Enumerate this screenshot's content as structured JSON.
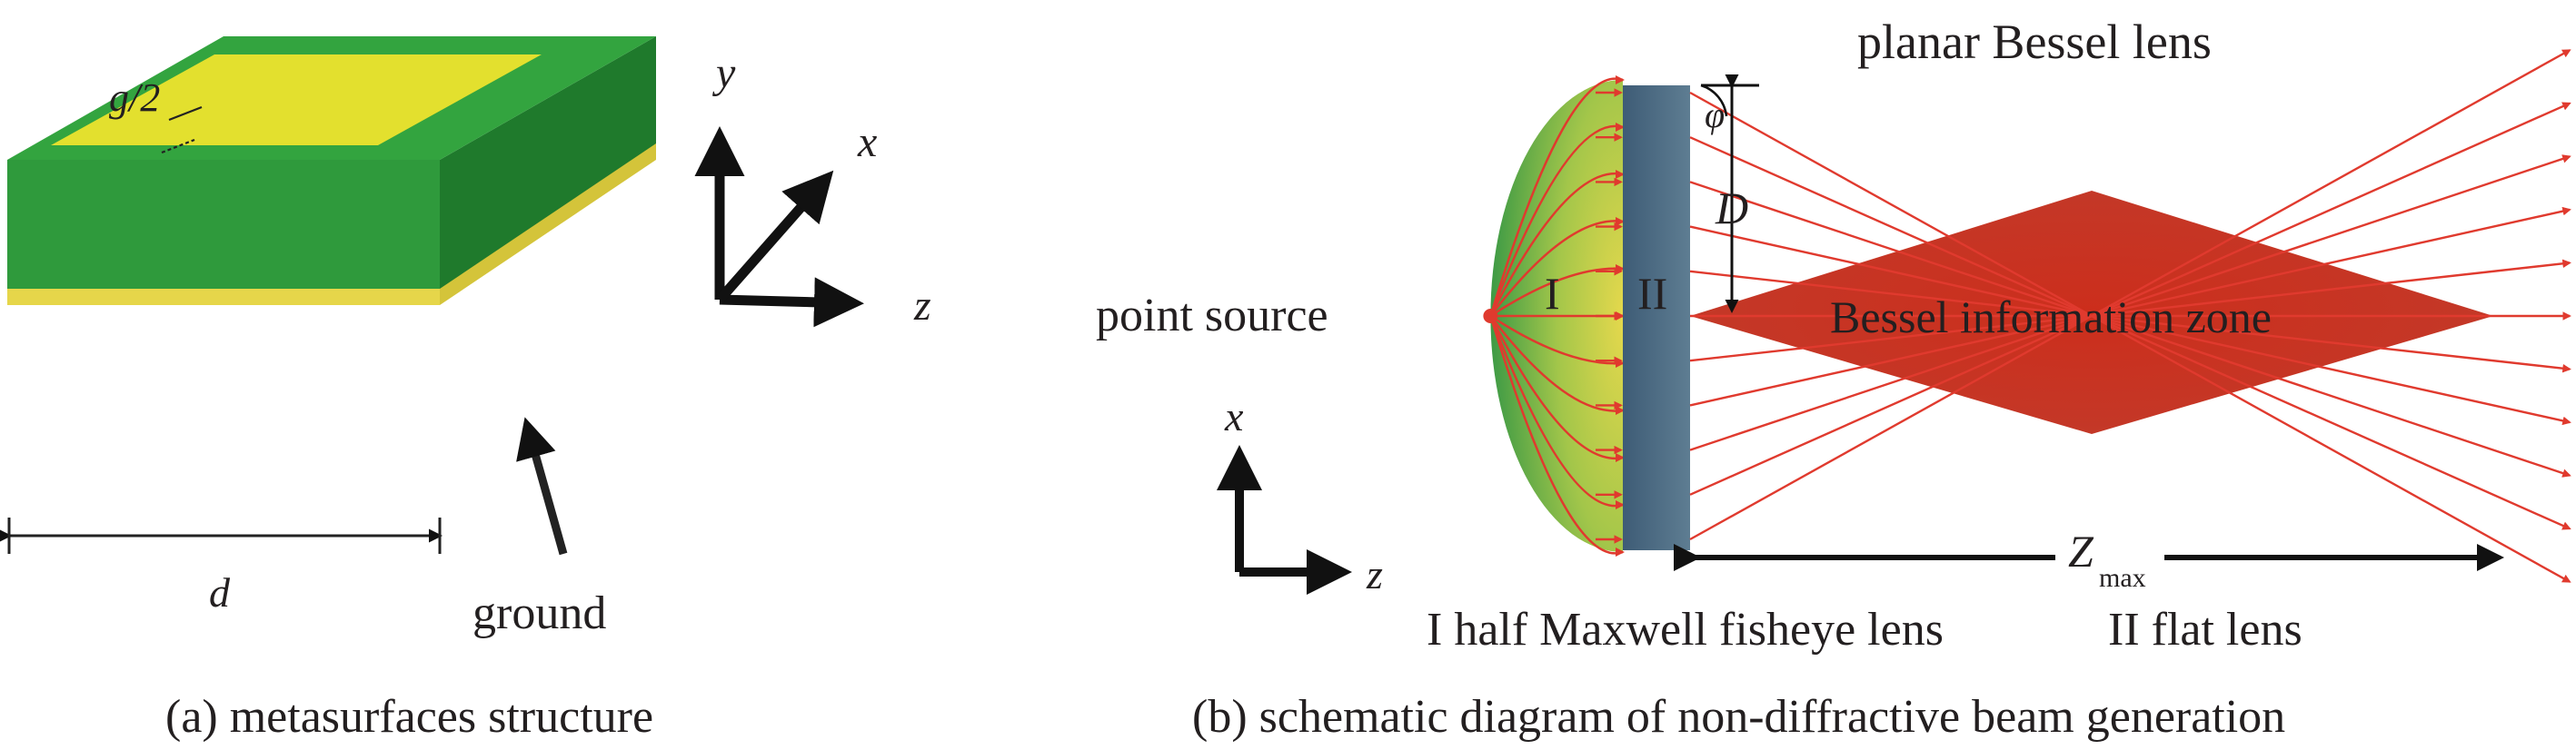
{
  "panel_a": {
    "caption": "(a) metasurfaces structure",
    "labels": {
      "gap": "g/2",
      "width": "d",
      "ground": "ground",
      "axis_y": "y",
      "axis_x": "x",
      "axis_z": "z"
    },
    "colors": {
      "substrate": "#2f9a3c",
      "substrate_dark": "#1f7a2c",
      "patch": "#e3e02e",
      "ground": "#e6d64a"
    }
  },
  "panel_b": {
    "caption": "(b) schematic diagram of non-diffractive beam generation",
    "labels": {
      "point_source": "point source",
      "region_1": "I",
      "region_2": "II",
      "aperture": "D",
      "angle": "φ",
      "title": "planar Bessel lens",
      "zone": "Bessel information zone",
      "zmax_main": "Z",
      "zmax_sub": "max",
      "legend_1": "I half Maxwell fisheye lens",
      "legend_2": "II flat lens",
      "axis_x": "x",
      "axis_z": "z"
    },
    "colors": {
      "ray": "#e03a2e",
      "zone": "#c23a2a",
      "zone_text": "#f2dc3c",
      "lens_flat": "#4a6a80",
      "fisheye_outer": "#3d9a45",
      "fisheye_inner": "#e4d84c"
    }
  }
}
